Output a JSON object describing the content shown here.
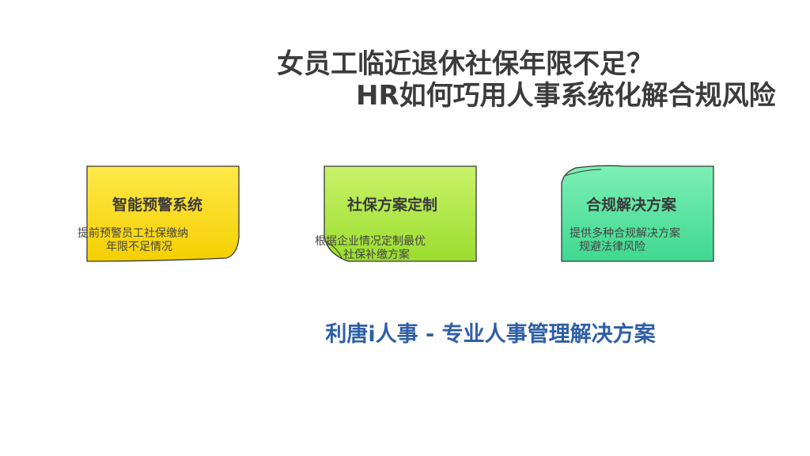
{
  "title": {
    "line1": "女员工临近退休社保年限不足？",
    "line2": "HR如何巧用人事系统化解合规风险"
  },
  "cards": [
    {
      "heading": "智能预警系统",
      "desc_line1": "提前预警员工社保缴纳",
      "desc_line2": "年限不足情况",
      "fill": "#ffe84a",
      "fill_bottom": "#f4d000"
    },
    {
      "heading": "社保方案定制",
      "desc_line1": "根据企业情况定制最优",
      "desc_line2": "社保补缴方案",
      "fill": "#c8f26a",
      "fill_bottom": "#9bdd2e"
    },
    {
      "heading": "合规解决方案",
      "desc_line1": "提供多种合规解决方案",
      "desc_line2": "规避法律风险",
      "fill": "#7cf0b4",
      "fill_bottom": "#3fd890"
    }
  ],
  "footer": "利唐i人事 - 专业人事管理解决方案",
  "colors": {
    "title": "#3b3b3b",
    "footer": "#2e5fa8",
    "card_stroke": "#3a3a3a"
  }
}
